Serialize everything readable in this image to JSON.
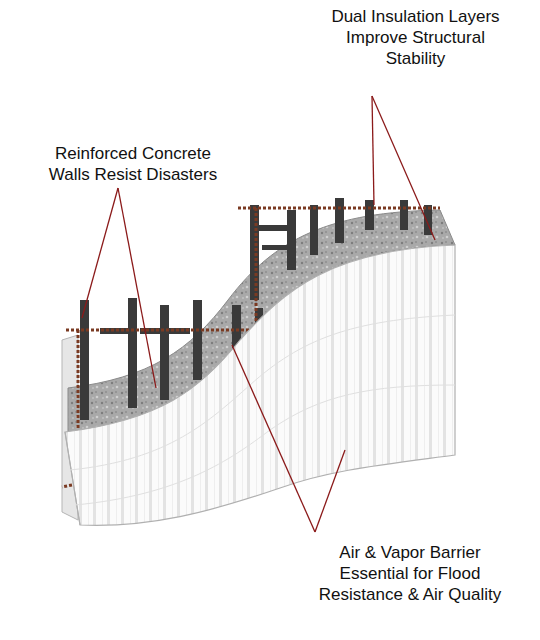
{
  "diagram": {
    "labels": [
      "Dual Insulation Layers Improve Structural Stability",
      "Reinforced Concrete Walls Resist Disasters",
      "Air & Vapor Barrier Essential for Flood Resistance & Air Quality"
    ]
  }
}
